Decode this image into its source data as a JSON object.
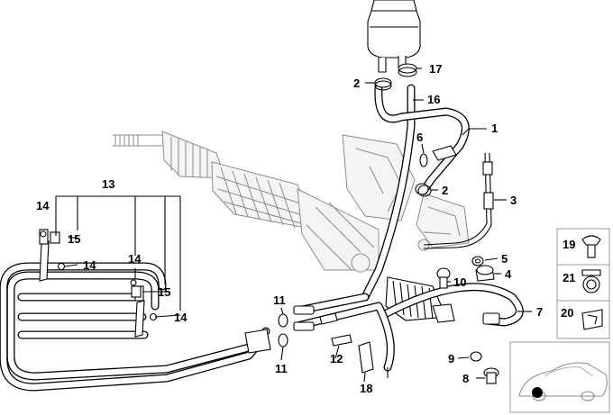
{
  "callouts": [
    {
      "id": "label-1",
      "text": "1"
    },
    {
      "id": "label-2a",
      "text": "2"
    },
    {
      "id": "label-2b",
      "text": "2"
    },
    {
      "id": "label-3",
      "text": "3"
    },
    {
      "id": "label-4",
      "text": "4"
    },
    {
      "id": "label-5",
      "text": "5"
    },
    {
      "id": "label-6",
      "text": "6"
    },
    {
      "id": "label-7",
      "text": "7"
    },
    {
      "id": "label-8",
      "text": "8"
    },
    {
      "id": "label-9",
      "text": "9"
    },
    {
      "id": "label-10",
      "text": "10"
    },
    {
      "id": "label-11a",
      "text": "11"
    },
    {
      "id": "label-11b",
      "text": "11"
    },
    {
      "id": "label-12",
      "text": "12"
    },
    {
      "id": "label-13",
      "text": "13"
    },
    {
      "id": "label-14a",
      "text": "14"
    },
    {
      "id": "label-14b",
      "text": "14"
    },
    {
      "id": "label-14c",
      "text": "14"
    },
    {
      "id": "label-14d",
      "text": "14"
    },
    {
      "id": "label-15a",
      "text": "15"
    },
    {
      "id": "label-15b",
      "text": "15"
    },
    {
      "id": "label-16",
      "text": "16"
    },
    {
      "id": "label-17",
      "text": "17"
    },
    {
      "id": "label-18",
      "text": "18"
    }
  ],
  "legend": {
    "items": [
      {
        "id": "legend-19",
        "text": "19",
        "icon": "bolt-icon"
      },
      {
        "id": "legend-21",
        "text": "21",
        "icon": "hose-clamp-icon"
      },
      {
        "id": "legend-20",
        "text": "20",
        "icon": "clip-nut-icon"
      }
    ]
  },
  "thumbnail": {
    "icon": "car-location-icon"
  }
}
